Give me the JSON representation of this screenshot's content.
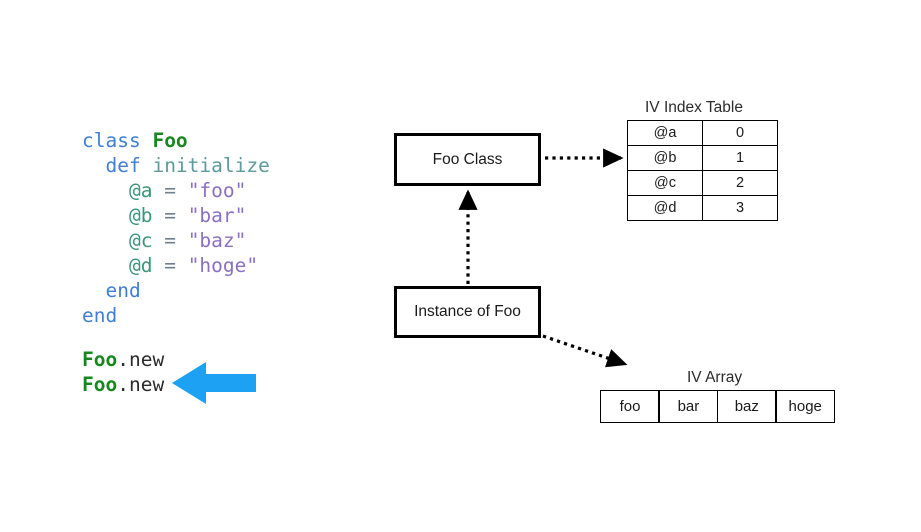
{
  "code": {
    "lines": [
      [
        {
          "t": "class ",
          "c": "kw"
        },
        {
          "t": "Foo",
          "c": "classname"
        }
      ],
      [
        {
          "t": "  ",
          "c": "plain"
        },
        {
          "t": "def ",
          "c": "kw"
        },
        {
          "t": "initialize",
          "c": "method"
        }
      ],
      [
        {
          "t": "    ",
          "c": "plain"
        },
        {
          "t": "@a",
          "c": "ivar"
        },
        {
          "t": " = ",
          "c": "op"
        },
        {
          "t": "\"foo\"",
          "c": "str"
        }
      ],
      [
        {
          "t": "    ",
          "c": "plain"
        },
        {
          "t": "@b",
          "c": "ivar"
        },
        {
          "t": " = ",
          "c": "op"
        },
        {
          "t": "\"bar\"",
          "c": "str"
        }
      ],
      [
        {
          "t": "    ",
          "c": "plain"
        },
        {
          "t": "@c",
          "c": "ivar"
        },
        {
          "t": " = ",
          "c": "op"
        },
        {
          "t": "\"baz\"",
          "c": "str"
        }
      ],
      [
        {
          "t": "    ",
          "c": "plain"
        },
        {
          "t": "@d",
          "c": "ivar"
        },
        {
          "t": " = ",
          "c": "op"
        },
        {
          "t": "\"hoge\"",
          "c": "str"
        }
      ],
      [
        {
          "t": "  ",
          "c": "plain"
        },
        {
          "t": "end",
          "c": "kw"
        }
      ],
      [
        {
          "t": "end",
          "c": "kw"
        }
      ]
    ],
    "calls": [
      [
        {
          "t": "Foo",
          "c": "classname"
        },
        {
          "t": ".new",
          "c": "plain"
        }
      ],
      [
        {
          "t": "Foo",
          "c": "classname"
        },
        {
          "t": ".new",
          "c": "plain"
        }
      ]
    ]
  },
  "highlight_arrow": {
    "name": "blue-left-arrow",
    "color": "#1DA1F2",
    "points_to": "second Foo.new call"
  },
  "diagram": {
    "foo_class_box": "Foo Class",
    "instance_box": "Instance of Foo",
    "iv_index_table": {
      "caption": "IV Index Table",
      "rows": [
        {
          "name": "@a",
          "index": "0"
        },
        {
          "name": "@b",
          "index": "1"
        },
        {
          "name": "@c",
          "index": "2"
        },
        {
          "name": "@d",
          "index": "3"
        }
      ]
    },
    "iv_array": {
      "caption": "IV Array",
      "cells": [
        "foo",
        "bar",
        "baz",
        "hoge"
      ]
    }
  },
  "colors": {
    "keyword": "#3f7fd4",
    "classname": "#17881f",
    "method": "#5d9a9a",
    "ivar": "#3c9678",
    "string": "#8b6fc6",
    "operator": "#6f7f8f",
    "arrow_blue": "#1DA1F2",
    "stroke": "#000000",
    "background": "#ffffff"
  }
}
